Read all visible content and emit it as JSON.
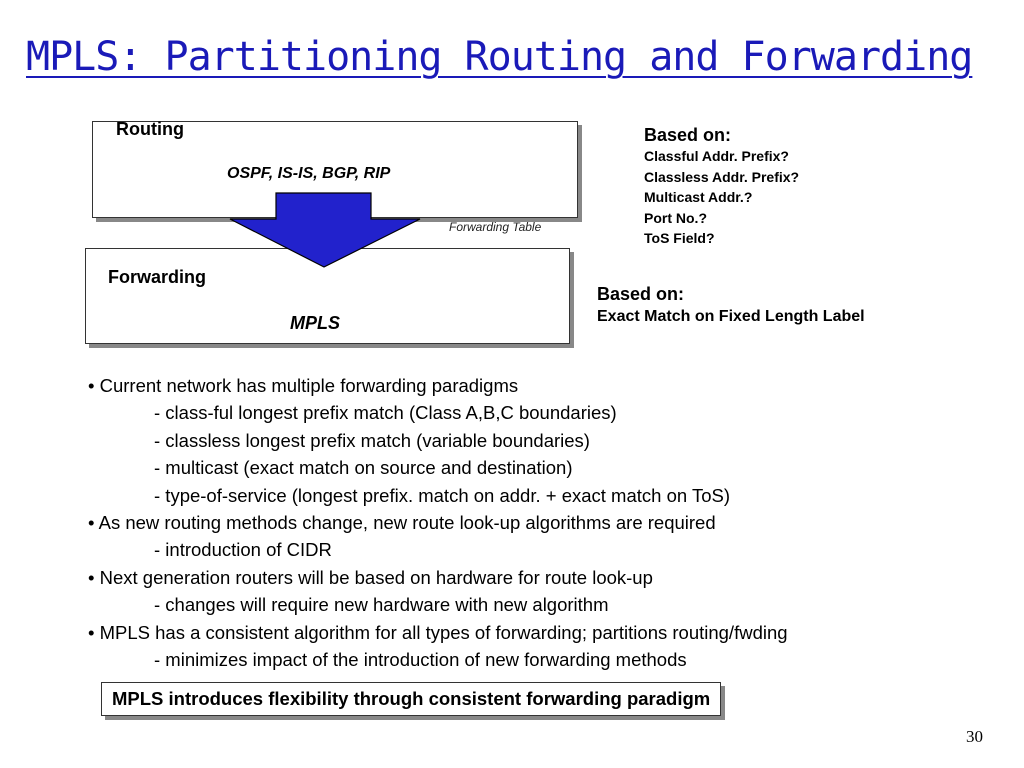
{
  "title": "MPLS: Partitioning Routing and Forwarding",
  "routing": {
    "label": "Routing",
    "protocols": "OSPF, IS-IS, BGP, RIP"
  },
  "forwarding_table_label": "Forwarding Table",
  "forwarding": {
    "label": "Forwarding",
    "technology": "MPLS"
  },
  "based_on_routing": {
    "heading": "Based on:",
    "items": [
      "Classful Addr. Prefix?",
      "Classless Addr. Prefix?",
      "Multicast Addr.?",
      "Port No.?",
      "ToS Field?"
    ]
  },
  "based_on_forwarding": {
    "heading": "Based on:",
    "item": "Exact Match on Fixed Length Label"
  },
  "bullets": [
    {
      "text": "Current network has multiple forwarding paradigms",
      "subs": [
        "- class-ful longest prefix match (Class A,B,C boundaries)",
        "- classless longest prefix match (variable boundaries)",
        "- multicast (exact match on source and destination)",
        "- type-of-service (longest prefix. match on addr. + exact match on ToS)"
      ]
    },
    {
      "text": "As new routing methods change, new route look-up algorithms are required",
      "subs": [
        "- introduction of CIDR"
      ]
    },
    {
      "text": "Next generation routers will be based on hardware for route look-up",
      "subs": [
        "- changes will require new hardware with new algorithm"
      ]
    },
    {
      "text": "MPLS has a consistent algorithm for all types of forwarding; partitions routing/fwding",
      "subs": [
        "- minimizes impact of the introduction of new forwarding methods"
      ]
    }
  ],
  "summary": "MPLS introduces flexibility through consistent forwarding paradigm",
  "page_number": "30",
  "colors": {
    "title": "#1a1ab8",
    "arrow_fill": "#2222cc"
  }
}
